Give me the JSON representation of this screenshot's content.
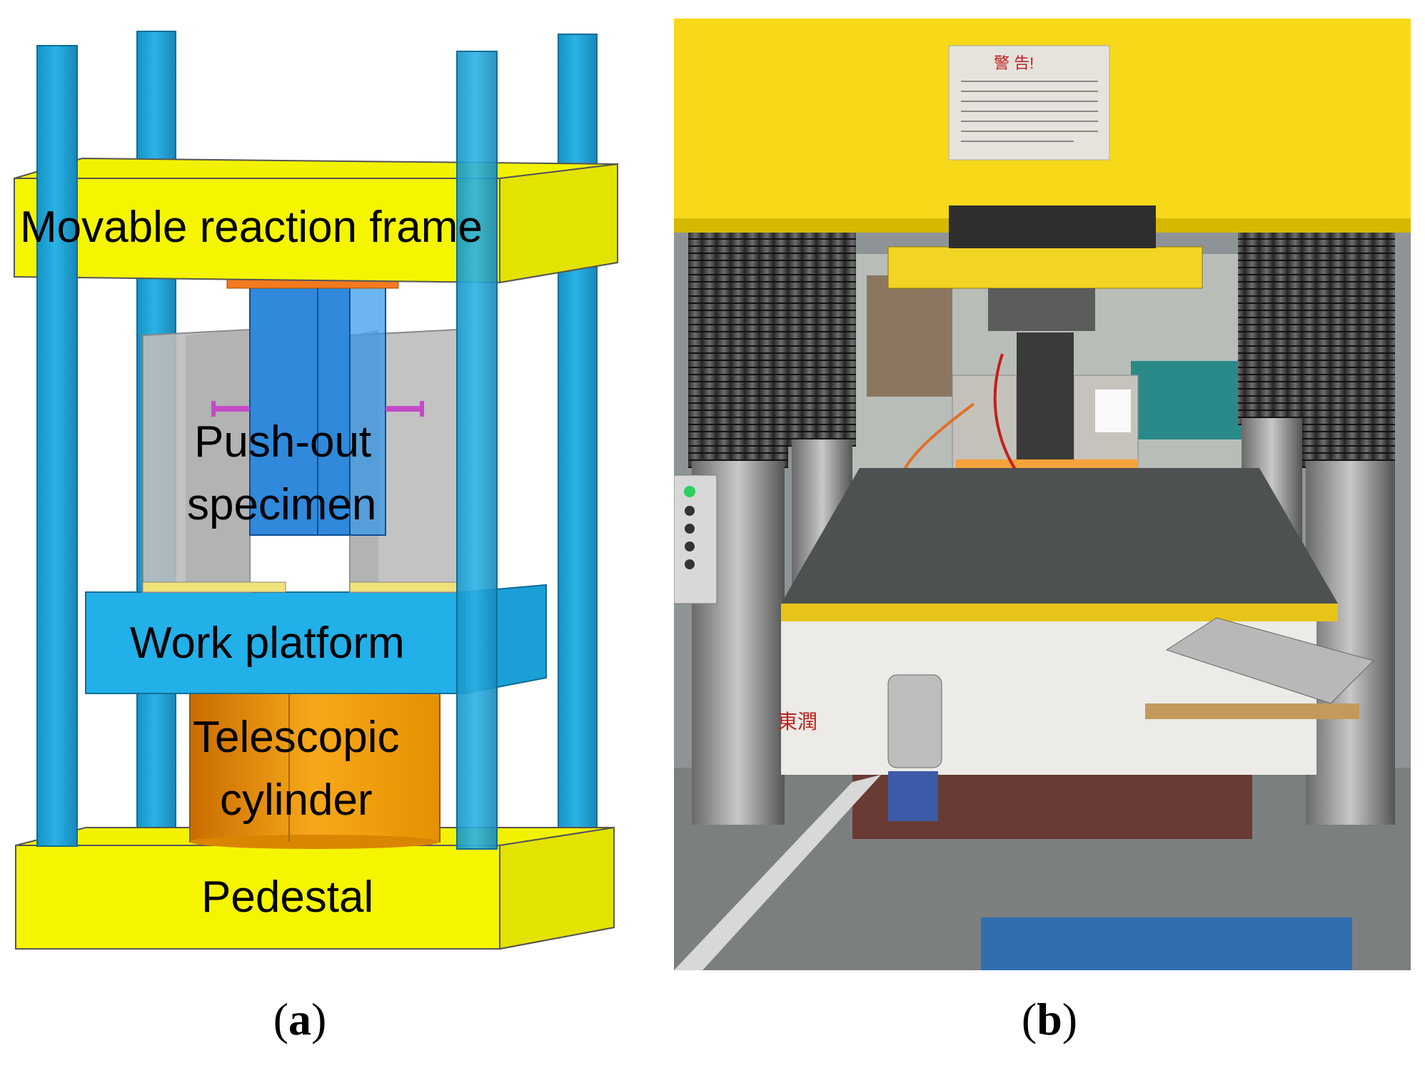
{
  "panel_a": {
    "labels": {
      "frame": "Movable reaction frame",
      "specimen_line1": "Push-out",
      "specimen_line2": "specimen",
      "platform": "Work platform",
      "cylinder_line1": "Telescopic",
      "cylinder_line2": "cylinder",
      "pedestal": "Pedestal"
    },
    "caption_letter": "a"
  },
  "panel_b": {
    "caption_letter": "b",
    "warning_sign_title": "警 告!",
    "brand_mark": "東潤"
  },
  "colors": {
    "frame_yellow": "#f5f500",
    "column_blue": "#1fa3d6",
    "platform_blue": "#22b0e8",
    "steel_blue": "#1e7fd8",
    "concrete_gray": "#b9b9b9",
    "cylinder_orange": "#f5a10a",
    "press_yellow": "#f7d91a"
  }
}
